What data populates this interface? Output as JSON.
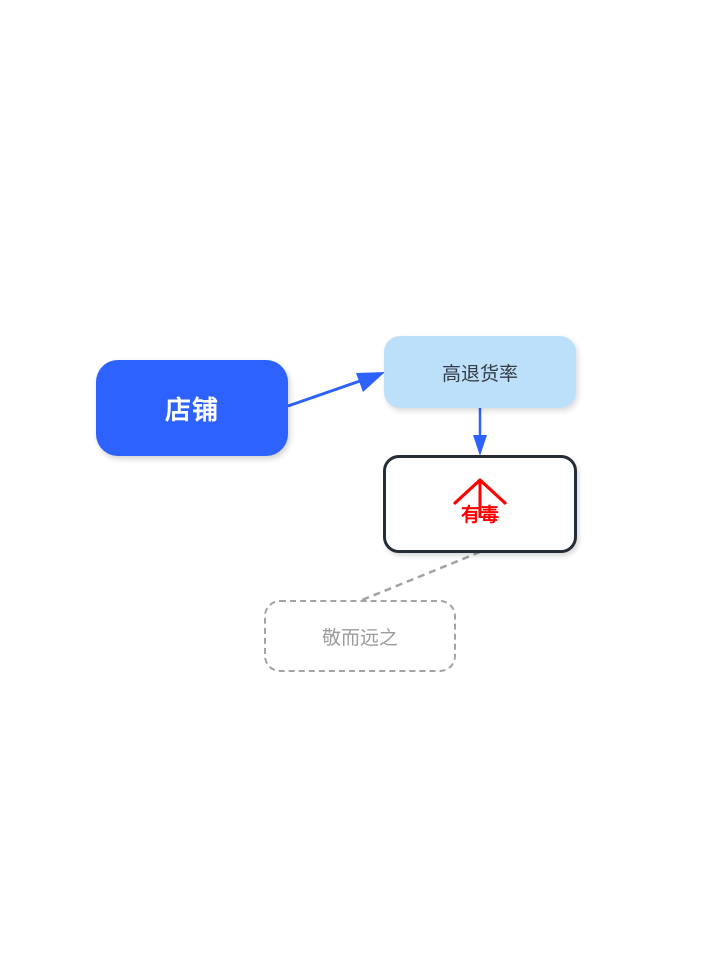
{
  "diagram": {
    "type": "mind-map",
    "nodes": {
      "root": {
        "label": "店铺",
        "fill": "#2d62ff",
        "text_color": "#ffffff"
      },
      "sub": {
        "label": "高退货率",
        "fill": "#bde0fa",
        "text_color": "#333b45"
      },
      "leaf": {
        "label": "有毒",
        "icon": "arrow-up-icon",
        "fill": "#ffffff",
        "border": "#252d37",
        "text_color": "#ff0000"
      },
      "floating": {
        "label": "敬而远之",
        "border": "#a3a3a3",
        "border_style": "dashed",
        "text_color": "#9b9b9b"
      }
    },
    "edges": [
      {
        "from": "root",
        "to": "sub",
        "style": "solid-arrow",
        "color": "#2d62ff"
      },
      {
        "from": "sub",
        "to": "leaf",
        "style": "solid-arrow",
        "color": "#2d62ff"
      },
      {
        "from": "leaf",
        "to": "floating",
        "style": "dashed",
        "color": "#a3a3a3"
      }
    ]
  }
}
